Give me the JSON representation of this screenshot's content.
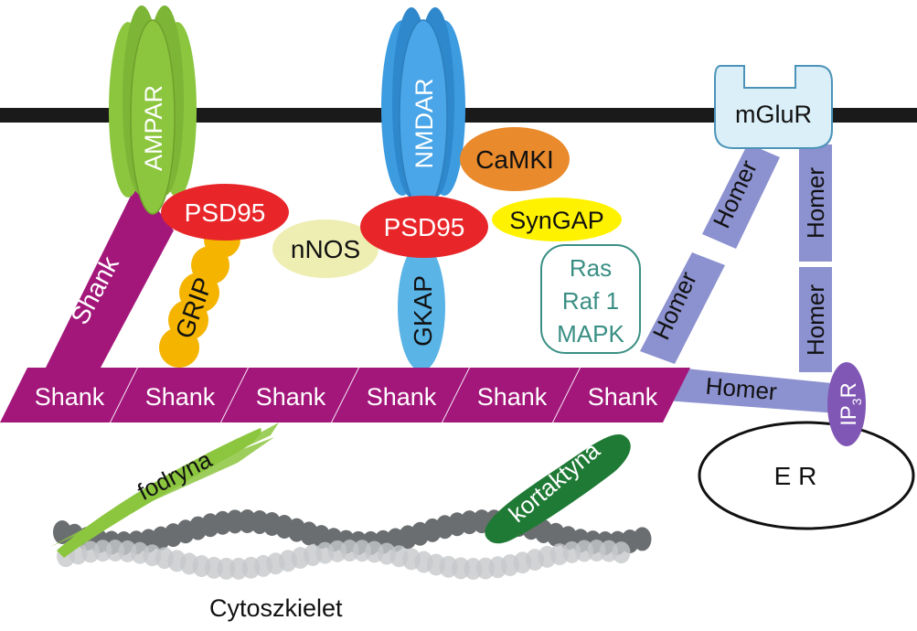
{
  "labels": {
    "ampar": "AMPAR",
    "nmdar": "NMDAR",
    "mglur": "mGluR",
    "camki": "CaMKI",
    "psd95_left": "PSD95",
    "psd95_center": "PSD95",
    "nnos": "nNOS",
    "syngap": "SynGAP",
    "ras": "Ras",
    "raf1": "Raf 1",
    "mapk": "MAPK",
    "gkap": "GKAP",
    "grip": "GRIP",
    "shank_diagonal": "Shank",
    "shank_row": [
      "Shank",
      "Shank",
      "Shank",
      "Shank",
      "Shank",
      "Shank"
    ],
    "homer_left_upper": "Homer",
    "homer_left_lower": "Homer",
    "homer_right_upper": "Homer",
    "homer_right_lower": "Homer",
    "homer_horizontal": "Homer",
    "ip3r_main": "IP",
    "ip3r_sub": "3",
    "ip3r_tail": "R",
    "er": "E R",
    "fodryna": "fodryna",
    "kortaktyna": "kortaktyna",
    "cytoskeleton": "Cytoszkielet"
  },
  "colors": {
    "membrane": "#1a1a1a",
    "ampar": "#8cc63f",
    "nmdar": "#3d9be0",
    "mglur": "#dbeff8",
    "camki": "#e98a2c",
    "psd95": "#e8262a",
    "nnos": "#efeeb2",
    "syngap": "#fff200",
    "ras_box": "#3a8f84",
    "gkap": "#5ab4e6",
    "grip": "#f4b400",
    "shank": "#a3177b",
    "homer": "#8c91cf",
    "ip3r": "#8057b5",
    "fodryna": "#8cc63f",
    "kortaktyna": "#1f7a35",
    "actin": "#6b6e70"
  }
}
